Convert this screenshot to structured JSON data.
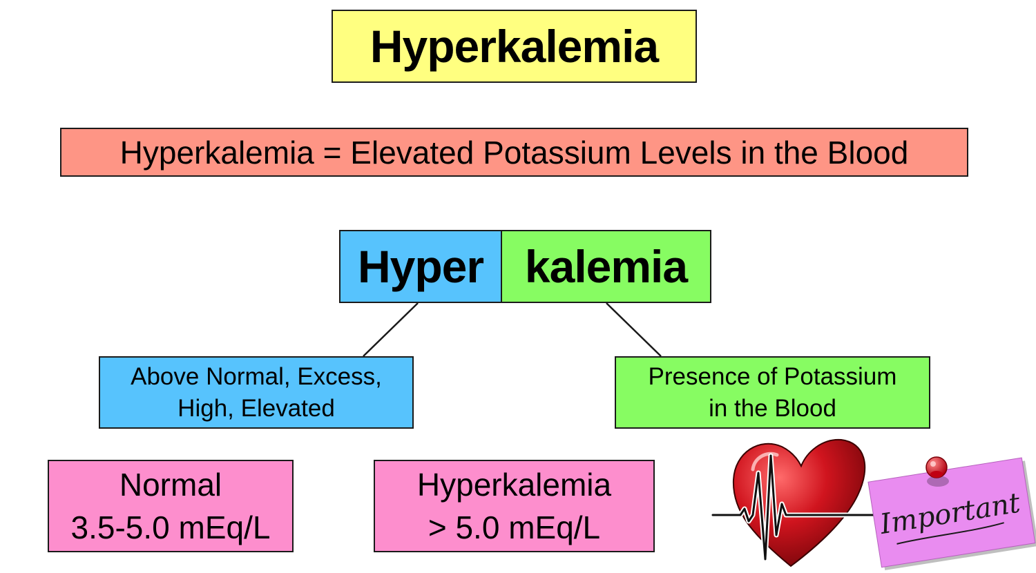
{
  "title": "Hyperkalemia",
  "definition": "Hyperkalemia = Elevated Potassium Levels in the Blood",
  "word_breakdown": {
    "prefix": "Hyper",
    "root": "kalemia",
    "prefix_meaning": {
      "line1": "Above Normal, Excess,",
      "line2": "High, Elevated"
    },
    "root_meaning": {
      "line1": "Presence of Potassium",
      "line2": "in the Blood"
    }
  },
  "ranges": {
    "normal": {
      "label": "Normal",
      "value": "3.5-5.0 mEq/L"
    },
    "hyperkalemia": {
      "label": "Hyperkalemia",
      "value": "> 5.0 mEq/L"
    }
  },
  "illustration": {
    "note_text": "Important",
    "icons": [
      "heart-icon",
      "heartbeat-ekg-icon",
      "sticky-note-icon",
      "push-pin-icon"
    ],
    "colors": {
      "heart": "#c8101a",
      "note": "#e98cf0",
      "pin": "#e8182a"
    }
  },
  "colors": {
    "title_bg": "#ffff80",
    "definition_bg": "#fe9585",
    "prefix_bg": "#57c3fd",
    "root_bg": "#87fc62",
    "range_bg": "#fd8ecd"
  }
}
